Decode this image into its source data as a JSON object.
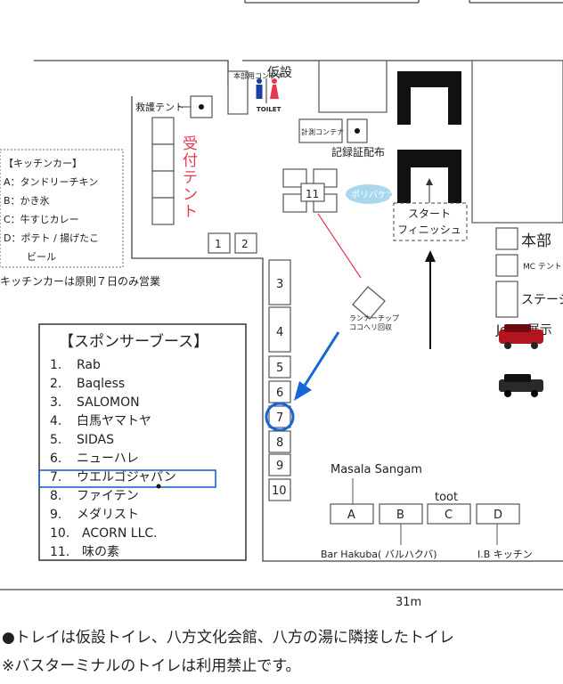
{
  "map": {
    "temp_facility": "仮設",
    "honbu_container": "本部用コンテナ",
    "toilet_label": "TOILET",
    "rescue_tent": "救護テント",
    "reception_tent": "受付テント",
    "timing_container": "計測コンテナ",
    "record_cert": "記録証配布",
    "poly_bucket": "ポリバケツ",
    "start_finish": [
      "スタート",
      "フィニッシュ"
    ],
    "hq": "本部",
    "mc_tent": "MC テント",
    "stage": "ステージ",
    "jeep": "Jeep 展示",
    "runner_chip": [
      "ランナーチップ",
      "ココへリ回収"
    ],
    "distance": "31m"
  },
  "kitchen": {
    "title": "【キッチンカー】",
    "items": [
      "A：タンドリーチキン",
      "B：かき氷",
      "C：牛すじカレー",
      "D：ポテト / 揚げたこ",
      "ビール"
    ],
    "note": "キッチンカーは原則７日のみ営業"
  },
  "sponsors": {
    "title": "【スポンサーブース】",
    "items": [
      {
        "num": "1.",
        "name": "Rab"
      },
      {
        "num": "2.",
        "name": "Baqless"
      },
      {
        "num": "3.",
        "name": "SALOMON"
      },
      {
        "num": "4.",
        "name": "白馬ヤマトヤ"
      },
      {
        "num": "5.",
        "name": "SIDAS"
      },
      {
        "num": "6.",
        "name": "ニューハレ"
      },
      {
        "num": "7.",
        "name": "ウエルゴジャパン"
      },
      {
        "num": "8.",
        "name": "ファイテン"
      },
      {
        "num": "9.",
        "name": "メダリスト"
      },
      {
        "num": "10.",
        "name": "ACORN LLC."
      },
      {
        "num": "11.",
        "name": "味の素"
      }
    ],
    "highlighted_index": 6
  },
  "booths": [
    "1",
    "2",
    "3",
    "4",
    "5",
    "6",
    "7",
    "8",
    "9",
    "10",
    "11"
  ],
  "food": {
    "masala": "Masala Sangam",
    "toot": "toot",
    "stalls": [
      "A",
      "B",
      "C",
      "D"
    ],
    "bar": "Bar Hakuba( バルハクバ)",
    "ib": "I.B キッチン"
  },
  "notes": [
    "●トレイは仮設トイレ、八方文化会館、八方の湯に隣接したトイレ",
    "※バスターミナルのトイレは利用禁止です。"
  ],
  "colors": {
    "highlight": "#1766d6",
    "accent_red": "#e8384f",
    "bucket": "#a8d7ee",
    "dark": "#111111"
  }
}
